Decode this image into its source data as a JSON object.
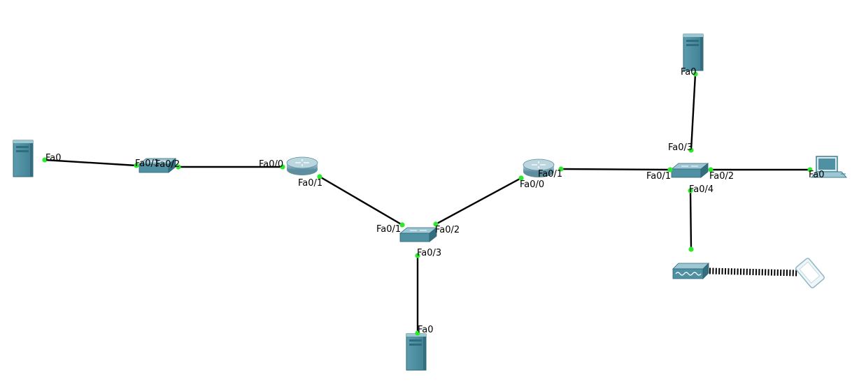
{
  "colors": {
    "background": "#ffffff",
    "link": "#000000",
    "port_indicator": "#2ee82e",
    "device_front": "#4f90a2",
    "device_top": "#9cc7d3",
    "device_side": "#346d7d",
    "router_body": "#8fb6c4"
  },
  "devices": [
    {
      "id": "server-left",
      "type": "server",
      "icon": "server-icon"
    },
    {
      "id": "switch-left",
      "type": "switch",
      "icon": "switch-icon"
    },
    {
      "id": "router-left",
      "type": "router",
      "icon": "router-icon"
    },
    {
      "id": "switch-center",
      "type": "switch",
      "icon": "switch-icon"
    },
    {
      "id": "server-bottom",
      "type": "server",
      "icon": "server-icon"
    },
    {
      "id": "router-right",
      "type": "router",
      "icon": "router-icon"
    },
    {
      "id": "switch-right",
      "type": "switch",
      "icon": "switch-icon"
    },
    {
      "id": "server-top",
      "type": "server",
      "icon": "server-icon"
    },
    {
      "id": "laptop",
      "type": "laptop",
      "icon": "laptop-icon"
    },
    {
      "id": "access-point",
      "type": "access-point",
      "icon": "access-point-icon"
    },
    {
      "id": "tablet",
      "type": "tablet",
      "icon": "tablet-icon"
    }
  ],
  "links": [
    {
      "from": "server-left",
      "from_port": "Fa0",
      "to": "switch-left",
      "to_port": "Fa0/1",
      "medium": "wired"
    },
    {
      "from": "switch-left",
      "from_port": "Fa0/2",
      "to": "router-left",
      "to_port": "Fa0/0",
      "medium": "wired"
    },
    {
      "from": "router-left",
      "from_port": "Fa0/1",
      "to": "switch-center",
      "to_port": "Fa0/1",
      "medium": "wired"
    },
    {
      "from": "switch-center",
      "from_port": "Fa0/2",
      "to": "router-right",
      "to_port": "Fa0/0",
      "medium": "wired"
    },
    {
      "from": "switch-center",
      "from_port": "Fa0/3",
      "to": "server-bottom",
      "to_port": "Fa0",
      "medium": "wired"
    },
    {
      "from": "router-right",
      "from_port": "Fa0/1",
      "to": "switch-right",
      "to_port": "Fa0/1",
      "medium": "wired"
    },
    {
      "from": "switch-right",
      "from_port": "Fa0/3",
      "to": "server-top",
      "to_port": "Fa0",
      "medium": "wired"
    },
    {
      "from": "switch-right",
      "from_port": "Fa0/2",
      "to": "laptop",
      "to_port": "Fa0",
      "medium": "wired"
    },
    {
      "from": "switch-right",
      "from_port": "Fa0/4",
      "to": "access-point",
      "to_port": "",
      "medium": "wired"
    },
    {
      "from": "access-point",
      "from_port": "",
      "to": "tablet",
      "to_port": "",
      "medium": "wireless"
    }
  ],
  "labels": {
    "server_left_fa0": "Fa0",
    "switch_left_fa01": "Fa0/1",
    "switch_left_fa02": "Fa0/2",
    "router_left_fa00": "Fa0/0",
    "router_left_fa01": "Fa0/1",
    "switch_center_fa01": "Fa0/1",
    "switch_center_fa02": "Fa0/2",
    "switch_center_fa03": "Fa0/3",
    "server_bottom_fa0": "Fa0",
    "router_right_fa01": "Fa0/1",
    "router_right_fa00": "Fa0/0",
    "switch_right_fa01": "Fa0/1",
    "switch_right_fa02": "Fa0/2",
    "switch_right_fa03": "Fa0/3",
    "switch_right_fa04": "Fa0/4",
    "server_top_fa0": "Fa0",
    "laptop_fa0": "Fa0"
  }
}
